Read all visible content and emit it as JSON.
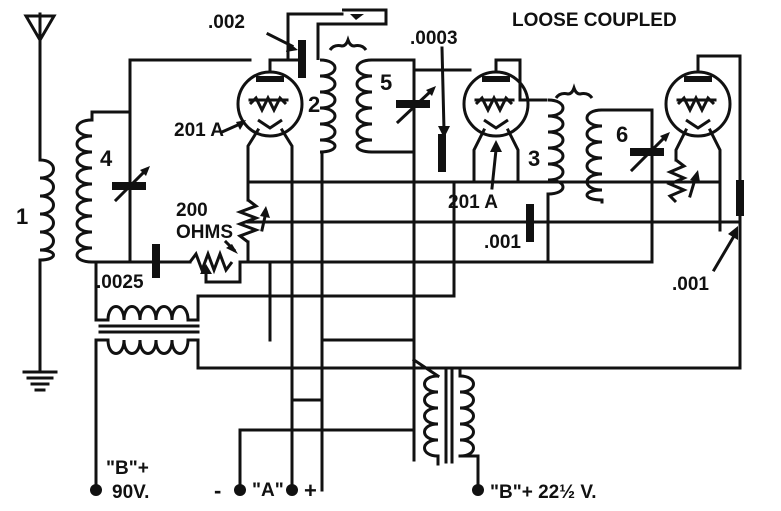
{
  "schematic": {
    "labels": {
      "coil_1": "1",
      "coil_2": "2",
      "coil_3": "3",
      "coil_4": "4",
      "coil_5": "5",
      "coil_6": "6",
      "cap_002": ".002",
      "cap_0003": ".0003",
      "cap_0025": ".0025",
      "cap_001_a": ".001",
      "cap_001_b": ".001",
      "loose_coupled": "LOOSE COUPLED",
      "tube_1": "201 A",
      "tube_2": "201 A",
      "rheostat_val": "200",
      "rheostat_unit": "OHMS",
      "b_plus_90_a": "\"B\"+",
      "b_plus_90_b": "90V.",
      "a_minus": "-",
      "a_label": "\"A\"",
      "a_plus": "+",
      "b_plus_22": "\"B\"+ 22½ V."
    }
  }
}
